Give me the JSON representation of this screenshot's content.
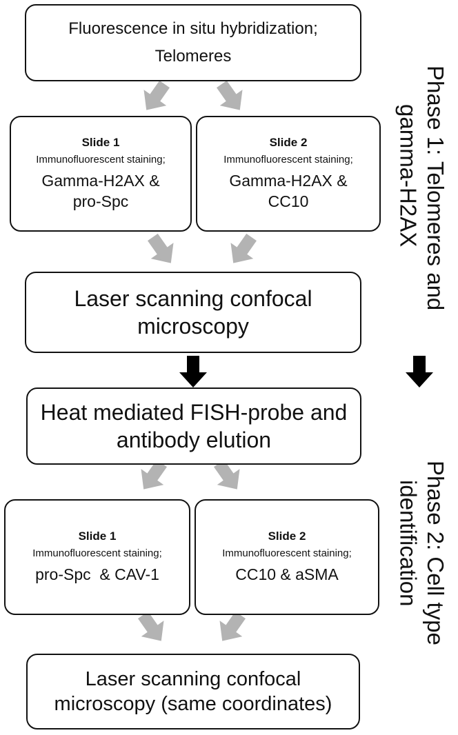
{
  "top_box": {
    "line1": "Fluorescence in situ hybridization;",
    "line2": "Telomeres"
  },
  "phase1": {
    "slide1": {
      "title": "Slide 1",
      "staining": "Immunofluorescent staining;",
      "markers_line1": "Gamma-H2AX &",
      "markers_line2": "pro-Spc"
    },
    "slide2": {
      "title": "Slide 2",
      "staining": "Immunofluorescent staining;",
      "markers_line1": "Gamma-H2AX &",
      "markers_line2": "CC10"
    },
    "microscopy": {
      "line1": "Laser scanning confocal",
      "line2": "microscopy"
    },
    "label_line1": "Phase 1: Telomeres and",
    "label_line2": "gamma-H2AX"
  },
  "elution": {
    "line1": "Heat mediated FISH-probe and",
    "line2": "antibody elution"
  },
  "phase2": {
    "slide1": {
      "title": "Slide 1",
      "staining": "Immunofluorescent staining;",
      "markers": "pro-Spc  & CAV-1"
    },
    "slide2": {
      "title": "Slide 2",
      "staining": "Immunofluorescent staining;",
      "markers": "CC10 & aSMA"
    },
    "microscopy": {
      "line1": "Laser scanning confocal",
      "line2": "microscopy (same coordinates)"
    },
    "label_line1": "Phase 2: Cell type",
    "label_line2": "identification"
  },
  "colors": {
    "grey_arrow": "#b3b3b3",
    "black_arrow": "#000000",
    "border": "#111111"
  }
}
